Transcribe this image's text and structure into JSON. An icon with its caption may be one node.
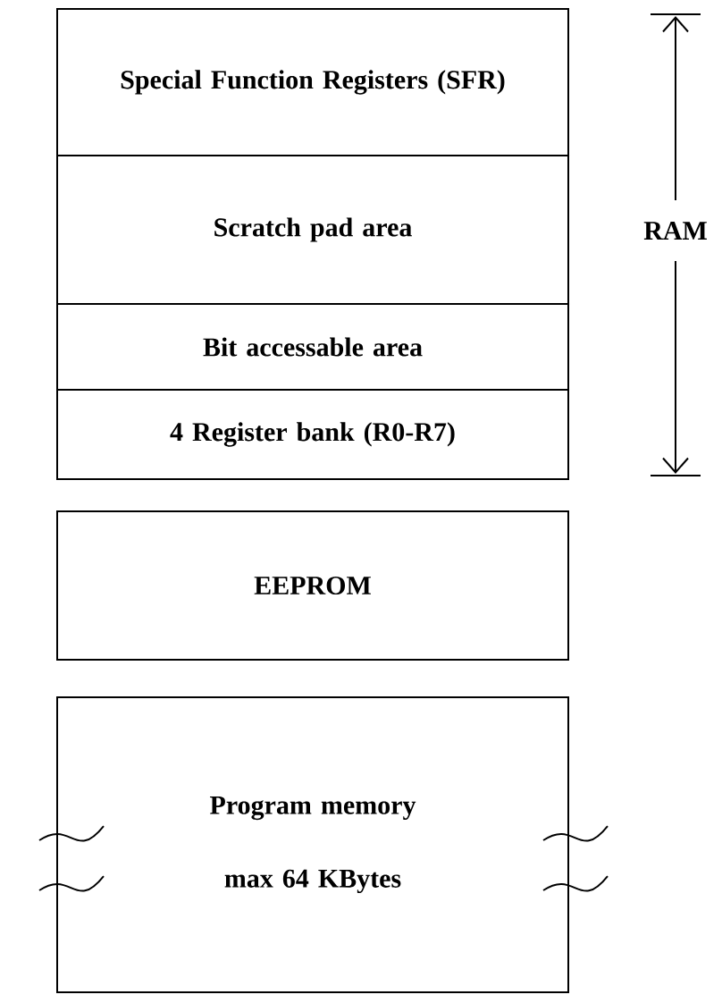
{
  "diagram": {
    "nodes": [
      {
        "text": [
          "Special Function Registers (SFR)"
        ]
      },
      {
        "text": [
          "Scratch pad area"
        ]
      },
      {
        "text": [
          "Bit accessable area"
        ]
      },
      {
        "text": [
          "4 Register bank (R0-R7)"
        ]
      },
      {
        "text": [
          "EEPROM"
        ]
      },
      {
        "text": [
          "Program memory",
          "max 64 KBytes"
        ]
      }
    ],
    "labels": [
      "RAM"
    ]
  }
}
